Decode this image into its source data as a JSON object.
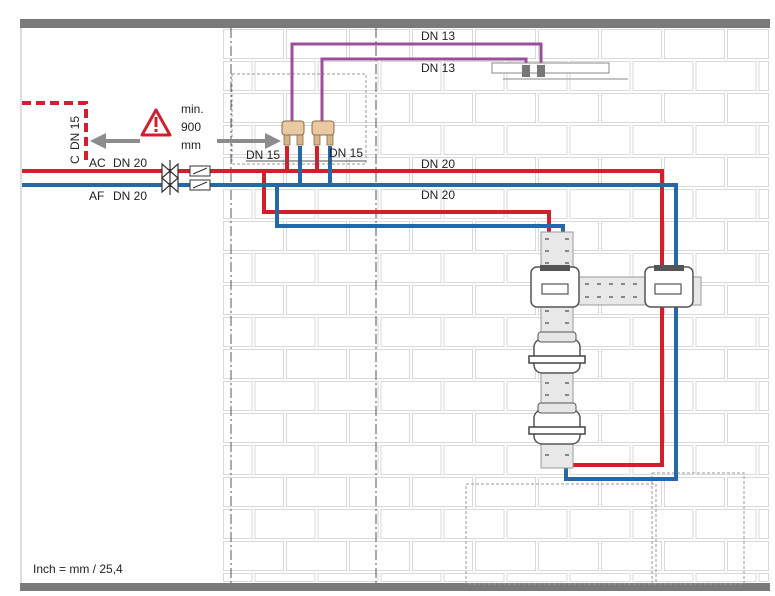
{
  "colors": {
    "hot": "#d11f2e",
    "cold": "#2468a8",
    "purple": "#9b4f9a",
    "frame": "#7a7a7a",
    "brick": "#d9d9d9",
    "warning": "#d11f2e",
    "arrow": "#8c8c8c"
  },
  "icons": {
    "warning": "warning-triangle-icon",
    "valve": "gate-valve-icon",
    "filter": "filter-icon"
  },
  "labels": {
    "supply_c": "C",
    "supply_dn": "DN 15",
    "ac": "AC",
    "ac_dn": "DN 20",
    "af": "AF",
    "af_dn": "DN 20",
    "clearance_line1": "min.",
    "clearance_line2": "900",
    "clearance_line3": "mm",
    "manifold_left": "DN 15",
    "manifold_right": "DN 15",
    "purple_top": "DN 13",
    "purple_bottom": "DN 13",
    "hot_main": "DN 20",
    "cold_main": "DN 20",
    "unit_note": "Inch = mm / 25,4"
  }
}
